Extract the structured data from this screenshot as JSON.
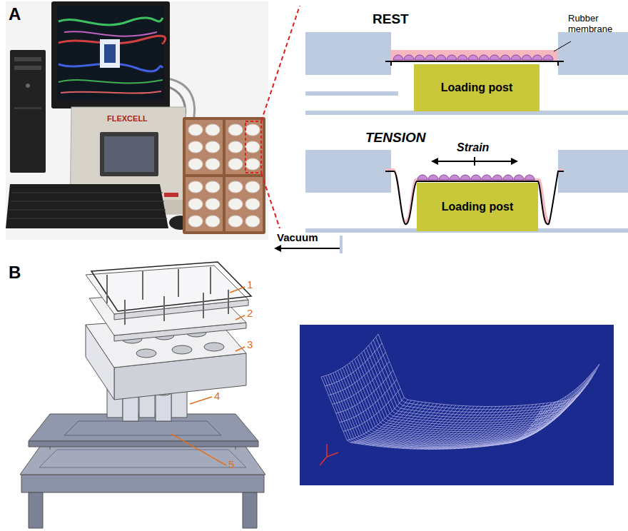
{
  "diagram": {
    "nodes": [
      {
        "text": [
          "Loading post"
        ]
      },
      {
        "text": [
          "Loading post"
        ]
      }
    ],
    "labels": [
      "A",
      "FLEXCELL",
      "REST",
      "Rubber membrane",
      "TENSION",
      "Strain",
      "Vacuum",
      "B",
      "1",
      "2",
      "3",
      "4",
      "5"
    ]
  }
}
